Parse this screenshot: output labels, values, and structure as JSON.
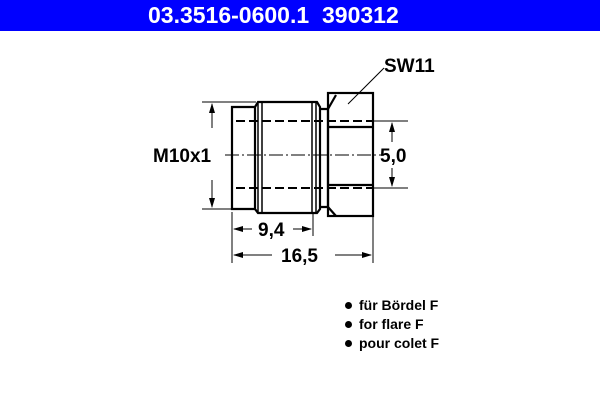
{
  "header": {
    "part_number": "03.3516-0600.1",
    "ref_number": "390312",
    "background_color": "#0000ff",
    "text_color": "#ffffff"
  },
  "drawing": {
    "thread_label": "M10x1",
    "wrench_size_label": "SW11",
    "bore_diameter_label": "5,0",
    "thread_length_label": "9,4",
    "overall_length_label": "16,5"
  },
  "notes": [
    {
      "text": "für Bördel F"
    },
    {
      "text": "for flare F"
    },
    {
      "text": "pour colet F"
    }
  ]
}
